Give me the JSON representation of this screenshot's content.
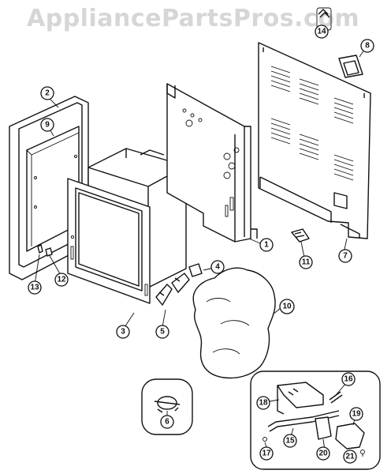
{
  "watermark": "AppliancePartsPros.com",
  "parts": [
    {
      "id": "p1",
      "label": "1"
    },
    {
      "id": "p2",
      "label": "2"
    },
    {
      "id": "p3",
      "label": "3"
    },
    {
      "id": "p4",
      "label": "4"
    },
    {
      "id": "p5",
      "label": "5"
    },
    {
      "id": "p6",
      "label": "6"
    },
    {
      "id": "p7",
      "label": "7"
    },
    {
      "id": "p8",
      "label": "8"
    },
    {
      "id": "p9",
      "label": "9"
    },
    {
      "id": "p10",
      "label": "10"
    },
    {
      "id": "p11",
      "label": "11"
    },
    {
      "id": "p12",
      "label": "12"
    },
    {
      "id": "p13",
      "label": "13"
    },
    {
      "id": "p14",
      "label": "14"
    },
    {
      "id": "p15",
      "label": "15"
    },
    {
      "id": "p16",
      "label": "16"
    },
    {
      "id": "p17",
      "label": "17"
    },
    {
      "id": "p18",
      "label": "18"
    },
    {
      "id": "p19",
      "label": "19"
    },
    {
      "id": "p20",
      "label": "20"
    },
    {
      "id": "p21",
      "label": "21"
    }
  ]
}
